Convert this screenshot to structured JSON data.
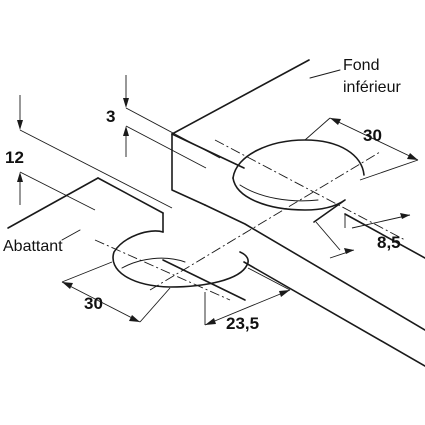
{
  "labels": {
    "fond_line1": "Fond",
    "fond_line2": "inférieur",
    "abattant": "Abattant"
  },
  "dimensions": {
    "d3": "3",
    "d12": "12",
    "d30_top": "30",
    "d30_bottom": "30",
    "d8_5": "8,5",
    "d23_5": "23,5"
  }
}
